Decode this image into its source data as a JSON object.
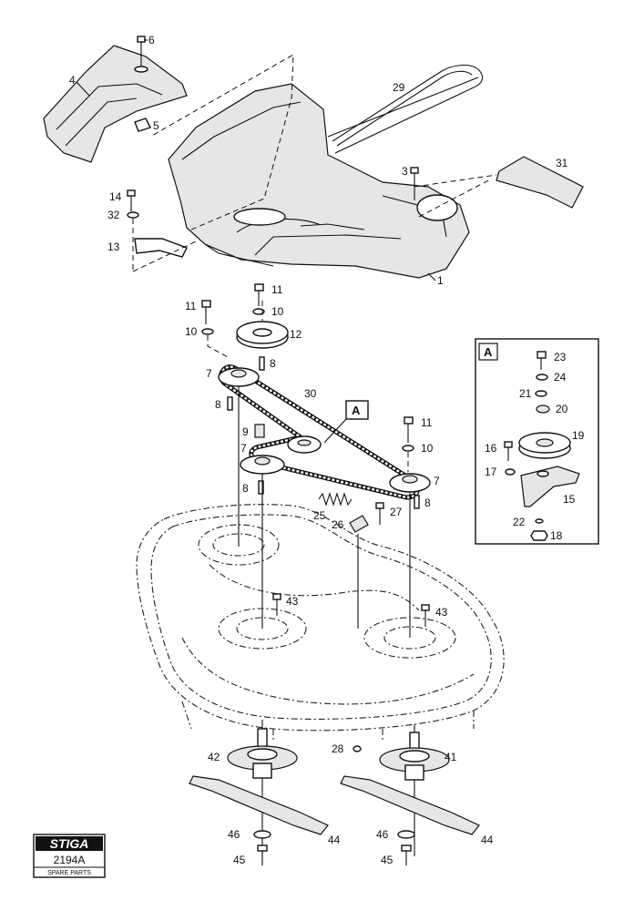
{
  "drawing_code": "2194A",
  "brand": "STIGA",
  "caption": "SPARE PARTS",
  "detail_letter": "A",
  "labels": {
    "p1": "1",
    "p3": "3",
    "p4": "4",
    "p5": "5",
    "p6": "6",
    "p7a": "7",
    "p7b": "7",
    "p7c": "7",
    "p8a": "8",
    "p8b": "8",
    "p8c": "8",
    "p8d": "8",
    "p9": "9",
    "p10a": "10",
    "p10b": "10",
    "p10c": "10",
    "p11a": "11",
    "p11b": "11",
    "p11c": "11",
    "p12": "12",
    "p13": "13",
    "p14": "14",
    "p15": "15",
    "p16": "16",
    "p17": "17",
    "p18": "18",
    "p19": "19",
    "p20": "20",
    "p21": "21",
    "p22": "22",
    "p23": "23",
    "p24": "24",
    "p25": "25",
    "p26": "26",
    "p27": "27",
    "p28": "28",
    "p29": "29",
    "p30": "30",
    "p31": "31",
    "p32": "32",
    "p41": "41",
    "p42": "42",
    "p43a": "43",
    "p43b": "43",
    "p44a": "44",
    "p44b": "44",
    "p45a": "45",
    "p45b": "45",
    "p46a": "46",
    "p46b": "46"
  }
}
